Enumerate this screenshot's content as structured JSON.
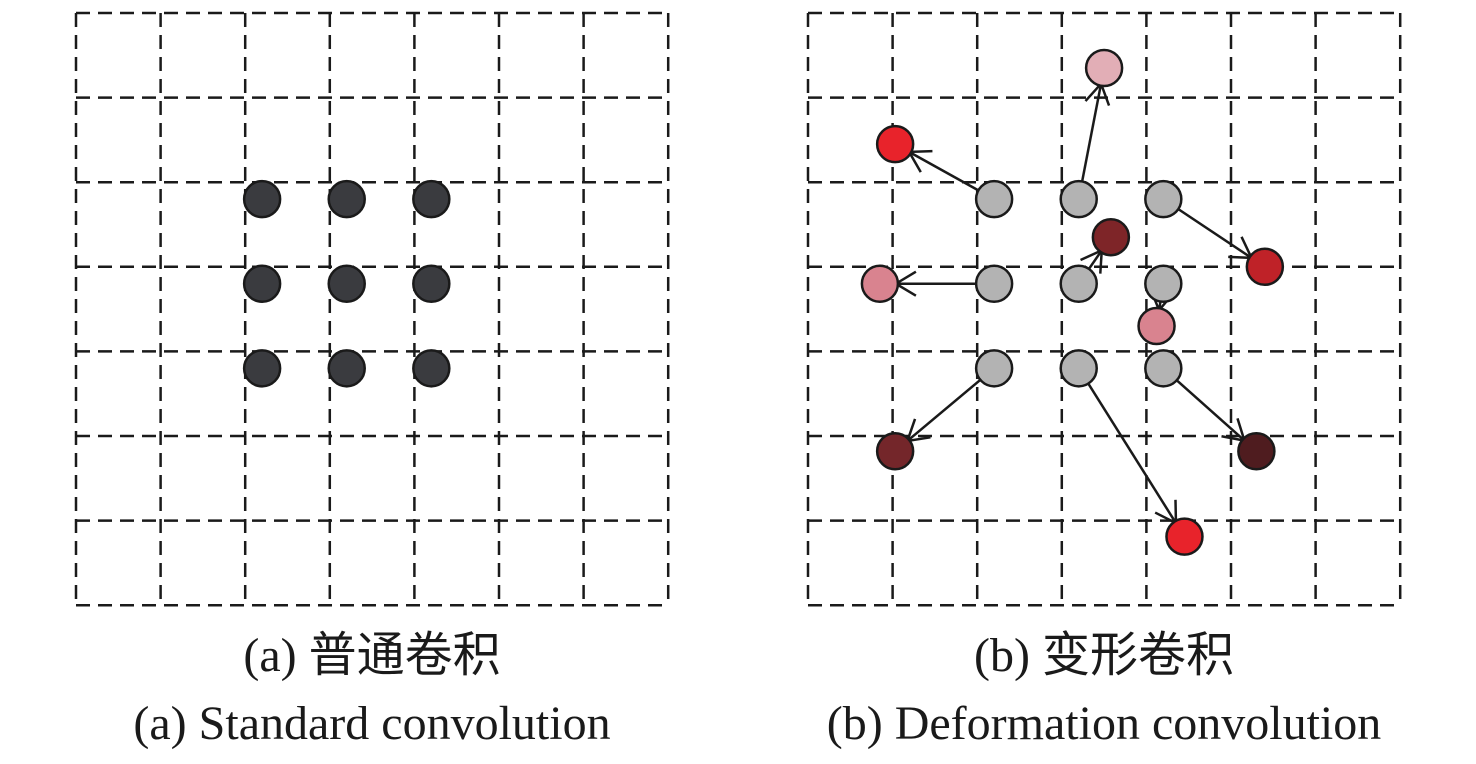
{
  "panel_a": {
    "caption_cn": "(a) 普通卷积",
    "caption_en": "(a) Standard convolution",
    "grid": {
      "rows": 7,
      "cols": 7
    },
    "sample_color": "#3a3b3f",
    "samples": [
      {
        "row": 2,
        "col": 2
      },
      {
        "row": 2,
        "col": 3
      },
      {
        "row": 2,
        "col": 4
      },
      {
        "row": 3,
        "col": 2
      },
      {
        "row": 3,
        "col": 3
      },
      {
        "row": 3,
        "col": 4
      },
      {
        "row": 4,
        "col": 2
      },
      {
        "row": 4,
        "col": 3
      },
      {
        "row": 4,
        "col": 4
      }
    ]
  },
  "panel_b": {
    "caption_cn": "(b) 变形卷积",
    "caption_en": "(b) Deformation convolution",
    "grid": {
      "rows": 7,
      "cols": 7
    },
    "original_color": "#b3b3b3",
    "offsets": [
      {
        "from": [
          2,
          2
        ],
        "to": [
          1.35,
          0.83
        ],
        "color": "#e8232b"
      },
      {
        "from": [
          2,
          3
        ],
        "to": [
          0.45,
          3.3
        ],
        "color": "#e2aeb6"
      },
      {
        "from": [
          2,
          4
        ],
        "to": [
          2.8,
          5.2
        ],
        "color": "#bf2228"
      },
      {
        "from": [
          3,
          2
        ],
        "to": [
          3,
          0.65
        ],
        "color": "#d9838f"
      },
      {
        "from": [
          3,
          3
        ],
        "to": [
          2.45,
          3.38
        ],
        "color": "#7e2528"
      },
      {
        "from": [
          3,
          4
        ],
        "to": [
          3.5,
          3.92
        ],
        "color": "#d9838f"
      },
      {
        "from": [
          4,
          2
        ],
        "to": [
          4.98,
          0.83
        ],
        "color": "#74262a"
      },
      {
        "from": [
          4,
          3
        ],
        "to": [
          5.99,
          4.25
        ],
        "color": "#e8232b"
      },
      {
        "from": [
          4,
          4
        ],
        "to": [
          4.98,
          5.1
        ],
        "color": "#4f1c1f"
      }
    ]
  }
}
